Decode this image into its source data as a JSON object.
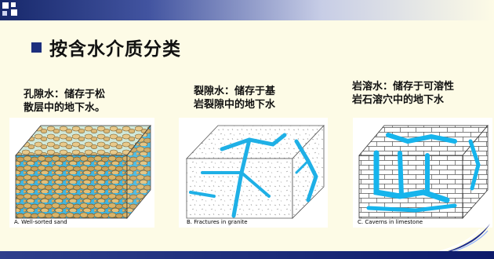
{
  "slide": {
    "title": "按含水介质分类",
    "descriptions": [
      "孔隙水：储存于松\n散层中的地下水。",
      "裂隙水：储存于基\n岩裂隙中的地下水",
      "岩溶水：储存于可溶性\n岩石溶穴中的地下水"
    ],
    "captions": [
      "A. Well-sorted sand",
      "B. Fractures in granite",
      "C. Caverns in limestone"
    ]
  },
  "colors": {
    "accent": "#1d2f7d",
    "water": "#2bb7e8",
    "background": "#fdfbe6"
  }
}
